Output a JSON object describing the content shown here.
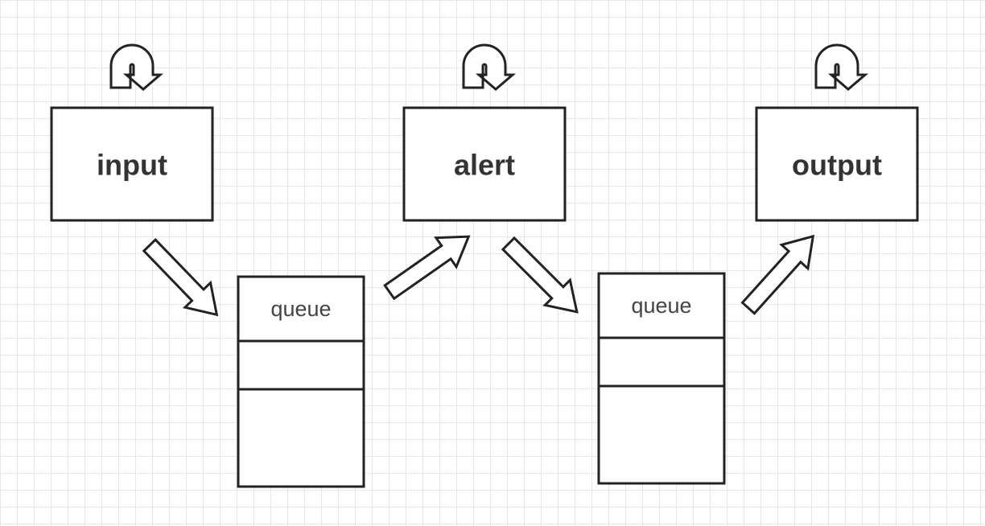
{
  "diagram": {
    "nodes": {
      "input": "input",
      "alert": "alert",
      "output": "output"
    },
    "queues": {
      "queue_1": "queue",
      "queue_2": "queue"
    },
    "edges": [
      {
        "from": "input",
        "to": "queue_1"
      },
      {
        "from": "queue_1",
        "to": "alert"
      },
      {
        "from": "alert",
        "to": "queue_2"
      },
      {
        "from": "queue_2",
        "to": "output"
      }
    ],
    "self_loops": [
      "input",
      "alert",
      "output"
    ]
  }
}
